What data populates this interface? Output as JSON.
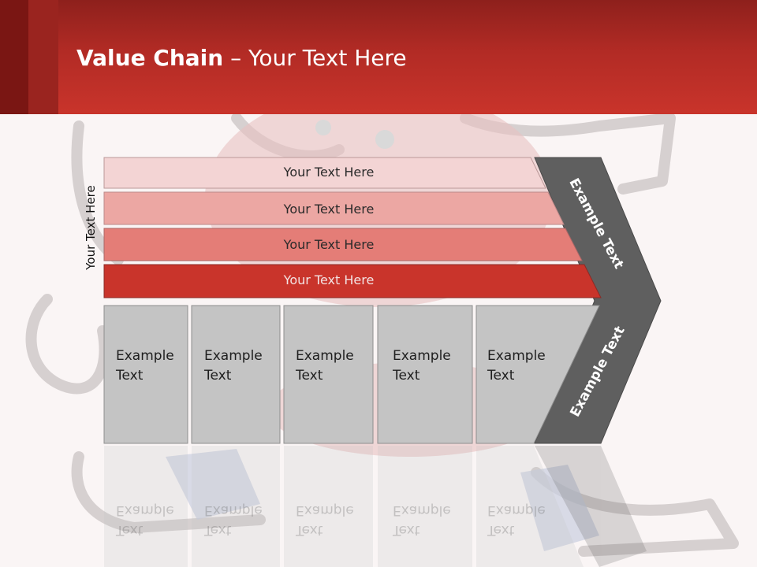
{
  "slide": {
    "title_strong": "Value Chain",
    "title_rest": " – Your Text Here",
    "side_label": "Your Text Here"
  },
  "bars": [
    {
      "label": "Your Text Here"
    },
    {
      "label": "Your Text Here"
    },
    {
      "label": "Your Text Here"
    },
    {
      "label": "Your Text Here"
    }
  ],
  "cells": [
    {
      "line1": "Example",
      "line2": "Text"
    },
    {
      "line1": "Example",
      "line2": "Text"
    },
    {
      "line1": "Example",
      "line2": "Text"
    },
    {
      "line1": "Example",
      "line2": "Text"
    },
    {
      "line1": "Example",
      "line2": "Text"
    }
  ],
  "chevron": {
    "top_label": "Example Text",
    "bottom_label": "Example Text"
  },
  "colors": {
    "header_red": "#c9342b",
    "bar1": "#f3d4d4",
    "bar2": "#eca7a3",
    "bar3": "#e47d77",
    "bar4": "#c9342b",
    "cell_gray": "#c4c4c4",
    "chevron_dark": "#5f5f5f"
  }
}
